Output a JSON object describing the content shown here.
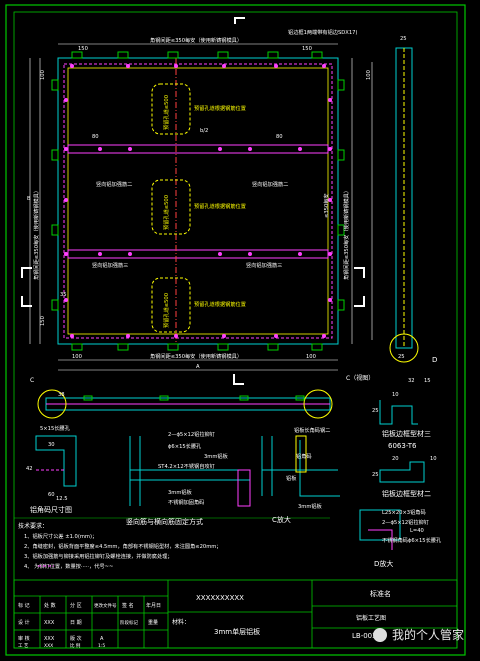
{
  "drawing": {
    "main_view": {
      "top_anchor_note": "角钢间距≤350每安（使用新铸钢模具）",
      "top_right_note": "铝边框1两端带有铝边SDX17)",
      "bottom_anchor_note": "角钢间距≤350每安（使用新铸钢模具）",
      "left_vertical_note": "角钢间距≤350每安（使用新铸钢模具）",
      "right_vertical_note": "角钢间距≤350每安（使用新铸钢模具）",
      "dim_top_left": "150",
      "dim_top_right": "150",
      "dim_side_100": "100",
      "dim_side_150": "150",
      "dim_side_35": "35",
      "dim_bottom_left": "100",
      "dim_bottom_right": "100",
      "dim_A": "A",
      "dim_B": "B",
      "dim_80": "80",
      "dim_half_b": "b/2",
      "dim_320": "≤350每安",
      "reinforce_left_1": "竖向铝加强筋二",
      "reinforce_right_1": "竖向铝加强筋二",
      "reinforce_left_2": "竖向铝加强筋三",
      "reinforce_right_2": "竖向铝加强筋三",
      "boxes": [
        {
          "label": "预留孔道≤500",
          "note": "预留孔道根据钢筋位置"
        },
        {
          "label": "预留孔道≤500",
          "note": "预留孔道根据钢筋位置"
        },
        {
          "label": "预留孔道≤500",
          "note": "预留孔道根据钢筋位置"
        }
      ]
    },
    "side_view": {
      "top_dim": "25",
      "top_dim2": "100",
      "bottom_dim": "25",
      "label_D": "D"
    },
    "section_view": {
      "label_c_left": "C",
      "label_c_right": "C（视图）",
      "dim_38": "38"
    },
    "detail_code": {
      "hole_label": "5×15长腰孔",
      "dims": [
        "30",
        "42",
        "60",
        "12.5"
      ],
      "title": "铝角码尺寸图"
    },
    "detail_joint": {
      "labels": [
        "2—ϕ5×12铝拉铆钉",
        "ϕ6×15长腰孔",
        "3mm铝板",
        "ST4.2×12不锈钢自攻钉",
        "3mm铝板",
        "不锈钢加固角码"
      ],
      "title": "竖向筋与横向筋固定方式"
    },
    "detail_c": {
      "labels": [
        "铝板长角码钢二",
        "铝角码",
        "铝板",
        "3mm铝板"
      ],
      "title": "C放大"
    },
    "profile_3": {
      "dims": [
        "10",
        "32",
        "15",
        "25"
      ],
      "title": "铝板边框型材三",
      "spec": "6063-T6"
    },
    "profile_2": {
      "dims": [
        "20",
        "10",
        "25"
      ],
      "title": "铝板边框型材二"
    },
    "detail_d": {
      "labels": [
        "L25×20×3铝角码",
        "2—ϕ5×12铝拉铆钉",
        "L=40",
        "不锈钢角码ϕ6×15长腰孔"
      ],
      "title": "D放大"
    },
    "tech_notes": {
      "heading": "技术要求：",
      "lines": [
        "1、铝板尺寸公差 ±1.0(mm)；",
        "2、角缝密封，铝板背面平整度≤4.5mm，角部有不锈钢铝型材，未注圆角≤20mm；",
        "3、铝板加强筋与铆接采用铝拉铆钉及螺栓连接，并做防腐处理；",
        "4、           为铆钉位置，数量按·····，代号~~"
      ]
    },
    "title_block": {
      "company": "XXXXXXXXXX",
      "material_label": "材料：",
      "material": "3mm单层铝板",
      "std_name": "标准名",
      "drawing_name": "铝板工艺图",
      "drawing_no": "LB-003",
      "table_headers": [
        "标 记",
        "处 数",
        "分 区",
        "更改文件号",
        "签 名",
        "年月日"
      ],
      "rows": [
        [
          "设 计",
          "XXX",
          "日 期",
          "",
          "阶段标记",
          "重量"
        ],
        [
          "审 核",
          "XXX",
          "版 次",
          "A",
          "",
          ""
        ],
        [
          "工 艺",
          "XXX",
          "比 例",
          "1:5",
          "",
          ""
        ]
      ]
    },
    "watermark": "我的个人管家"
  }
}
